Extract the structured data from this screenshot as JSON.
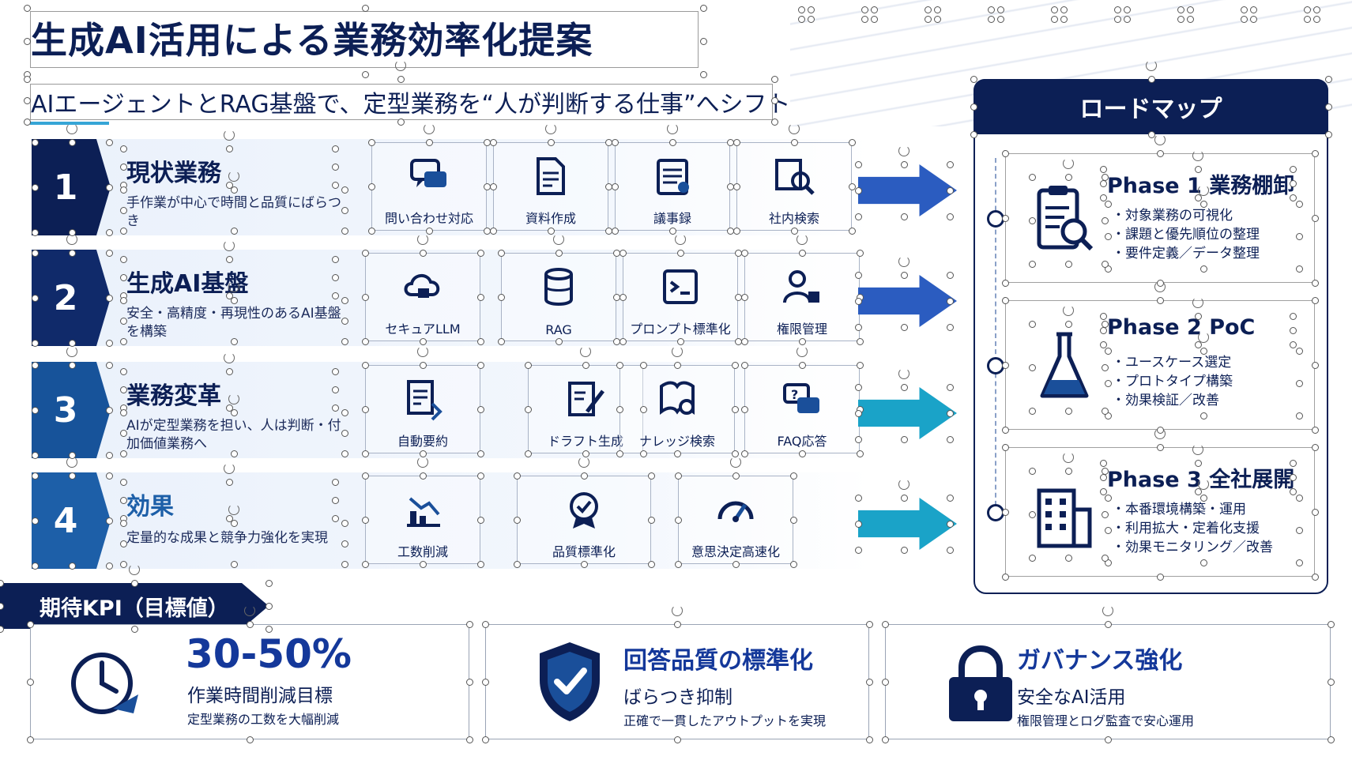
{
  "slide": {
    "title": "生成AI活用による業務効率化提案",
    "subtitle": "AIエージェントとRAG基盤で、定型業務を“人が判断する仕事”へシフト"
  },
  "colors": {
    "navy": "#0c1f55",
    "blue": "#1a4f9a",
    "mid_blue": "#2b6cc4",
    "teal": "#1aa3c8",
    "accent": "#14389a"
  },
  "rows": [
    {
      "number": "1",
      "title": "現状業務",
      "desc": "手作業が中心で時間と品質にばらつき",
      "badge_color": "#0c1f55",
      "arrow_color": "#2b5cc0",
      "items": [
        {
          "label": "問い合わせ対応",
          "icon": "chat-icon"
        },
        {
          "label": "資料作成",
          "icon": "document-icon"
        },
        {
          "label": "議事録",
          "icon": "notes-icon"
        },
        {
          "label": "社内検索",
          "icon": "search-icon"
        }
      ]
    },
    {
      "number": "2",
      "title": "生成AI基盤",
      "desc": "安全・高精度・再現性のあるAI基盤を構築",
      "badge_color": "#102a6a",
      "arrow_color": "#2b5cc0",
      "items": [
        {
          "label": "セキュアLLM",
          "icon": "cloud-lock-icon"
        },
        {
          "label": "RAG",
          "icon": "database-icon"
        },
        {
          "label": "プロンプト標準化",
          "icon": "prompt-icon"
        },
        {
          "label": "権限管理",
          "icon": "user-key-icon"
        }
      ]
    },
    {
      "number": "3",
      "title": "業務変革",
      "desc": "AIが定型業務を担い、人は判断・付加価値業務へ",
      "badge_color": "#17539a",
      "arrow_color": "#1aa3c8",
      "items": [
        {
          "label": "自動要約",
          "icon": "summary-icon"
        },
        {
          "label": "ドラフト生成",
          "icon": "draft-icon"
        },
        {
          "label": "ナレッジ検索",
          "icon": "knowledge-search-icon"
        },
        {
          "label": "FAQ応答",
          "icon": "faq-icon"
        }
      ]
    },
    {
      "number": "4",
      "title": "効果",
      "desc": "定量的な成果と競争力強化を実現",
      "badge_color": "#1d5fa8",
      "arrow_color": "#1aa3c8",
      "items": [
        {
          "label": "工数削減",
          "icon": "chart-down-icon"
        },
        {
          "label": "品質標準化",
          "icon": "quality-icon"
        },
        {
          "label": "意思決定高速化",
          "icon": "speed-icon"
        }
      ]
    }
  ],
  "roadmap": {
    "header": "ロードマップ",
    "phases": [
      {
        "title": "Phase 1 業務棚卸",
        "bullets": [
          "対象業務の可視化",
          "課題と優先順位の整理",
          "要件定義／データ整理"
        ],
        "icon": "clipboard-search-icon"
      },
      {
        "title": "Phase 2 PoC",
        "bullets": [
          "ユースケース選定",
          "プロトタイプ構築",
          "効果検証／改善"
        ],
        "icon": "flask-icon"
      },
      {
        "title": "Phase 3 全社展開",
        "bullets": [
          "本番環境構築・運用",
          "利用拡大・定着化支援",
          "効果モニタリング／改善"
        ],
        "icon": "building-icon"
      }
    ]
  },
  "kpi": {
    "header": "期待KPI（目標値）",
    "cards": [
      {
        "big": "30-50%",
        "mid": "作業時間削減目標",
        "small": "定型業務の工数を大幅削減",
        "icon": "clock-down-icon"
      },
      {
        "big": "回答品質の標準化",
        "mid": "ばらつき抑制",
        "small": "正確で一貫したアウトプットを実現",
        "icon": "shield-check-icon"
      },
      {
        "big": "ガバナンス強化",
        "mid": "安全なAI活用",
        "small": "権限管理とログ監査で安心運用",
        "icon": "lock-icon"
      }
    ]
  }
}
